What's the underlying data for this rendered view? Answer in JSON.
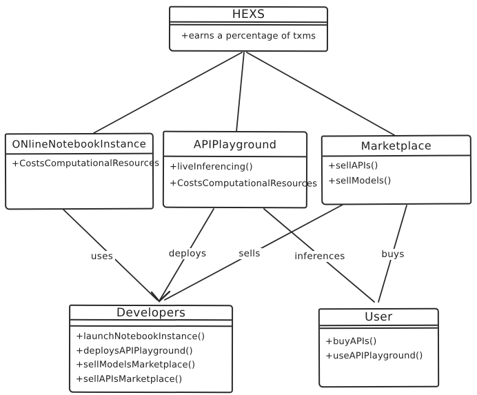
{
  "diagram": {
    "type": "uml-class-diagram",
    "colors": {
      "stroke": "#2a2a2a",
      "background": "#ffffff"
    },
    "classes": {
      "hexs": {
        "name": "HEXS",
        "members": [
          "+earns a percentage of txms"
        ]
      },
      "notebook": {
        "name": "ONlineNotebookInstance",
        "members": [
          "+CostsComputationalResources"
        ]
      },
      "playground": {
        "name": "APIPlayground",
        "members": [
          "+liveInferencing()",
          "+CostsComputationalResources"
        ]
      },
      "marketplace": {
        "name": "Marketplace",
        "members": [
          "+sellAPIs()",
          "+sellModels()"
        ]
      },
      "developers": {
        "name": "Developers",
        "members": [
          "+launchNotebookInstance()",
          "+deploysAPIPlayground()",
          "+sellModelsMarketplace()",
          "+sellAPIsMarketplace()"
        ]
      },
      "user": {
        "name": "User",
        "members": [
          "+buyAPIs()",
          "+useAPIPlayground()"
        ]
      }
    },
    "edges": [
      {
        "from": "HEXS",
        "to": "ONlineNotebookInstance",
        "label": ""
      },
      {
        "from": "HEXS",
        "to": "APIPlayground",
        "label": ""
      },
      {
        "from": "HEXS",
        "to": "Marketplace",
        "label": ""
      },
      {
        "from": "ONlineNotebookInstance",
        "to": "Developers",
        "label": "uses"
      },
      {
        "from": "APIPlayground",
        "to": "Developers",
        "label": "deploys"
      },
      {
        "from": "Marketplace",
        "to": "Developers",
        "label": "sells"
      },
      {
        "from": "APIPlayground",
        "to": "User",
        "label": "inferences"
      },
      {
        "from": "Marketplace",
        "to": "User",
        "label": "buys"
      }
    ]
  }
}
